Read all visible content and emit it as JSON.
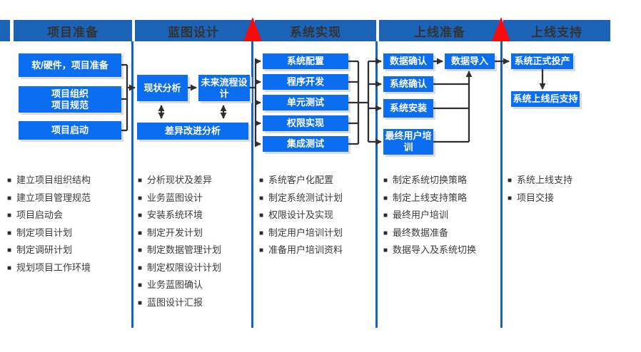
{
  "diagram": {
    "title": "implementation-methodology-flow",
    "colors": {
      "header_blue": "#1c63b7",
      "box_blue": "#0b6df0",
      "divider_blue": "#1565c0",
      "milestone_red": "#f60b0b",
      "connector_dark": "#2f2f2f",
      "header_text": "#333333",
      "bullet_text": "#3b3b3b"
    },
    "phases": [
      {
        "header": "项目准备",
        "nodes": [
          {
            "label": "软/硬件，项目准备"
          },
          {
            "label": "项目组织\n项目规范"
          },
          {
            "label": "项目启动"
          }
        ],
        "bullets": [
          "建立项目组织结构",
          "建立项目管理规范",
          "项目启动会",
          "制定项目计划",
          "制定调研计划",
          "规划项目工作环境"
        ]
      },
      {
        "header": "蓝图设计",
        "nodes": [
          {
            "label": "现状分析"
          },
          {
            "label": "未来流程设计"
          },
          {
            "label": "差异改进分析"
          }
        ],
        "bullets": [
          "分析现状及差异",
          "业务蓝图设计",
          "安装系统环境",
          "制定开发计划",
          "制定数据管理计划",
          "制定权限设计计划",
          "业务蓝图确认",
          "蓝图设计汇报"
        ]
      },
      {
        "header": "系统实现",
        "nodes": [
          {
            "label": "系统配置"
          },
          {
            "label": "程序开发"
          },
          {
            "label": "单元测试"
          },
          {
            "label": "权限实现"
          },
          {
            "label": "集成测试"
          }
        ],
        "bullets": [
          "系统客户化配置",
          "制定系统测试计划",
          "权限设计及实现",
          "制定用户培训计划",
          "准备用户培训资料"
        ]
      },
      {
        "header": "上线准备",
        "nodes": [
          {
            "label": "数据确认"
          },
          {
            "label": "数据导入"
          },
          {
            "label": "系统确认"
          },
          {
            "label": "系统安装"
          },
          {
            "label": "最终用户培训"
          }
        ],
        "bullets": [
          "制定系统切换策略",
          "制定上线支持策略",
          "最终用户培训",
          "最终数据准备",
          "数据导入及系统切换"
        ]
      },
      {
        "header": "上线支持",
        "nodes": [
          {
            "label": "系统正式投产"
          },
          {
            "label": "系统上线后支持"
          }
        ],
        "bullets": [
          "系统上线支持",
          "项目交接"
        ]
      }
    ]
  }
}
